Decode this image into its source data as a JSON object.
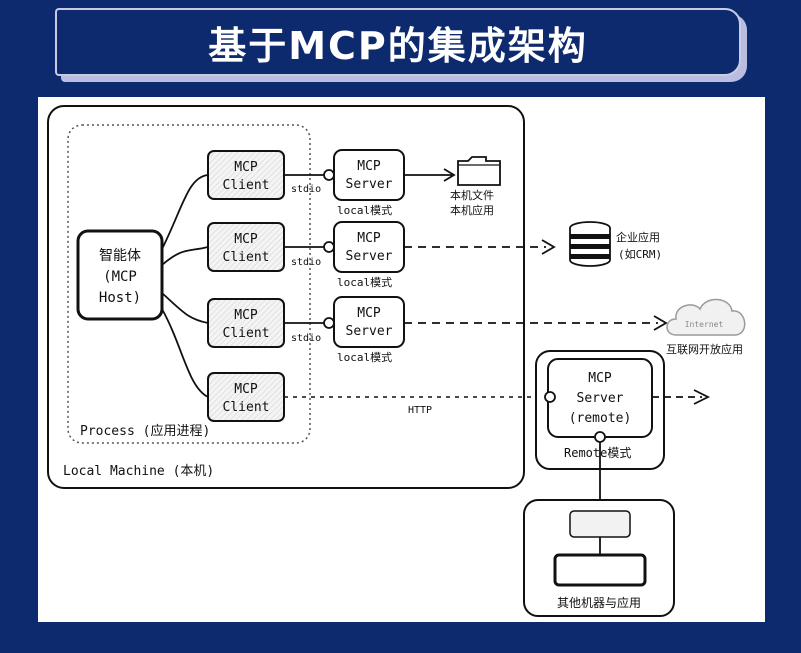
{
  "title": "基于MCP的集成架构",
  "host": {
    "line1": "智能体",
    "line2": "(MCP",
    "line3": "Host)"
  },
  "clients": [
    {
      "line1": "MCP",
      "line2": "Client"
    },
    {
      "line1": "MCP",
      "line2": "Client"
    },
    {
      "line1": "MCP",
      "line2": "Client"
    },
    {
      "line1": "MCP",
      "line2": "Client"
    }
  ],
  "servers": [
    {
      "line1": "MCP",
      "line2": "Server",
      "mode": "local模式"
    },
    {
      "line1": "MCP",
      "line2": "Server",
      "mode": "local模式"
    },
    {
      "line1": "MCP",
      "line2": "Server",
      "mode": "local模式"
    }
  ],
  "stdio_label": "stdio",
  "remote_server": {
    "line1": "MCP",
    "line2": "Server",
    "line3": "(remote)",
    "mode": "Remote模式"
  },
  "http_label": "HTTP",
  "targets": {
    "local_files": {
      "line1": "本机文件",
      "line2": "本机应用"
    },
    "enterprise": {
      "line1": "企业应用",
      "line2": "(如CRM)"
    },
    "internet": {
      "label": "互联网开放应用",
      "cloud_text": "Internet"
    }
  },
  "process_label": "Process (应用进程)",
  "local_machine_label": "Local Machine (本机)",
  "other_machines_label": "其他机器与应用",
  "colors": {
    "background": "#0e2a6e",
    "canvas": "#ffffff",
    "ink": "#111111",
    "box_fill": "#f2f2f2"
  }
}
